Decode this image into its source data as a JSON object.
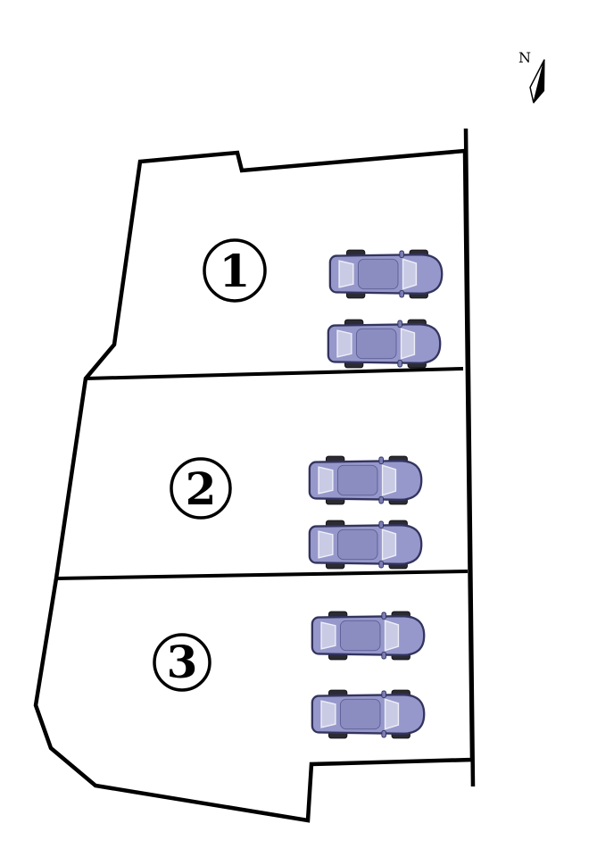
{
  "page": {
    "background": "#ffffff"
  },
  "compass": {
    "label": "N",
    "icon": "north-arrow-icon"
  },
  "lots": [
    {
      "number": "1",
      "parked_cars": 2
    },
    {
      "number": "2",
      "parked_cars": 2
    },
    {
      "number": "3",
      "parked_cars": 2
    }
  ],
  "colors": {
    "line": "#000000",
    "circle_fill": "#ffffff",
    "car_body": "#9698cb",
    "car_roof": "#8b8dc0",
    "car_glass": "#c9cae4",
    "car_wheel": "#2b2b33",
    "car_mirror": "#7b7db5"
  },
  "icons": {
    "car": "car-top-view-icon"
  }
}
